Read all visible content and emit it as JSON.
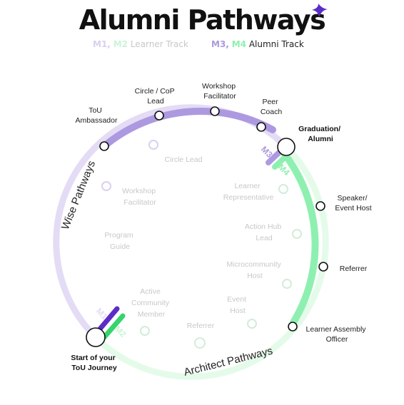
{
  "title": "Alumni Pathways",
  "legend": {
    "learner_m1": "M1,",
    "learner_m2": "M2",
    "learner_label": "Learner Track",
    "alumni_m3": "M3,",
    "alumni_m4": "M4",
    "alumni_label": "Alumni Track"
  },
  "colors": {
    "purple": "#ad99e0",
    "purple_dark": "#5b2cc8",
    "green": "#8ef0b0",
    "green_dark": "#35d46d",
    "lavender_faint": "#e4dcf5",
    "mint_faint": "#e4fbea",
    "faint_text": "#c8c8cc"
  },
  "icons": [
    "sparkle-icon"
  ],
  "pathway_titles": {
    "wise": "Wise Pathways",
    "architect": "Architect Pathways"
  },
  "markers": {
    "m1": "M1",
    "m2": "M2",
    "m3": "M3",
    "m4": "M4"
  },
  "start": {
    "line1": "Start of your",
    "line2": "ToU Journey"
  },
  "graduation": {
    "line1": "Graduation/",
    "line2": "Alumni"
  },
  "alumni_wise_stops": [
    {
      "line1": "ToU",
      "line2": "Ambassador"
    },
    {
      "line1": "Circle / CoP",
      "line2": "Lead"
    },
    {
      "line1": "Workshop",
      "line2": "Facilitator"
    },
    {
      "line1": "Peer",
      "line2": "Coach"
    }
  ],
  "alumni_architect_stops": [
    {
      "line1": "Speaker/",
      "line2": "Event Host"
    },
    {
      "line1": "Referrer",
      "line2": ""
    },
    {
      "line1": "Learner Assembly",
      "line2": "Officer"
    }
  ],
  "learner_wise_stops": [
    {
      "line1": "Circle Lead",
      "line2": ""
    },
    {
      "line1": "Workshop",
      "line2": "Facilitator"
    },
    {
      "line1": "Program",
      "line2": "Guide"
    }
  ],
  "learner_architect_stops": [
    {
      "line1": "Active",
      "line2": "Community",
      "line3": "Member"
    },
    {
      "line1": "Referrer",
      "line2": ""
    },
    {
      "line1": "Event",
      "line2": "Host"
    },
    {
      "line1": "Microcommunity",
      "line2": "Host"
    },
    {
      "line1": "Action Hub",
      "line2": "Lead"
    },
    {
      "line1": "Learner",
      "line2": "Representative"
    }
  ]
}
